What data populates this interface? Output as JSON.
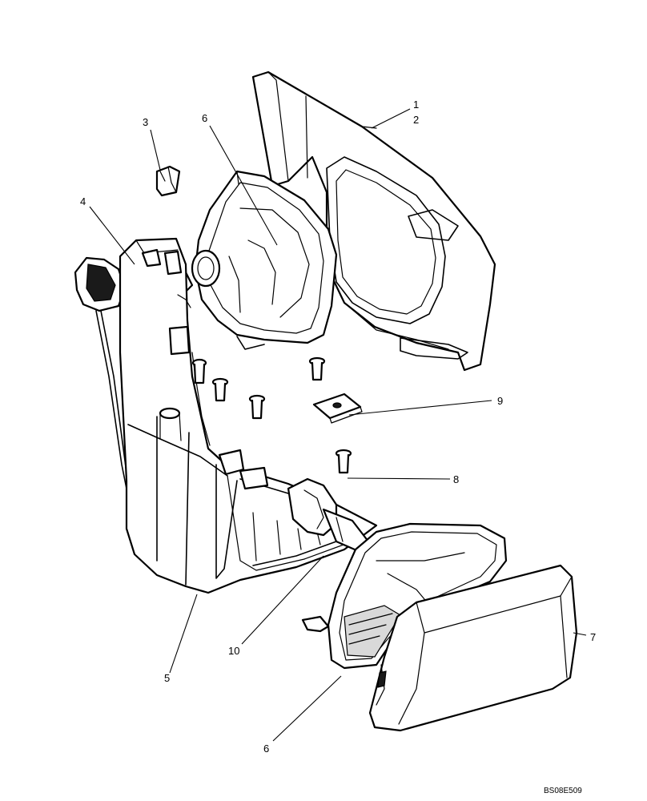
{
  "callouts": {
    "c1": "1",
    "c2": "2",
    "c3": "3",
    "c4": "4",
    "c5": "5",
    "c6_top": "6",
    "c6_bottom": "6",
    "c7": "7",
    "c8": "8",
    "c9": "9",
    "c10": "10"
  },
  "drawing_code": "BS08E509"
}
